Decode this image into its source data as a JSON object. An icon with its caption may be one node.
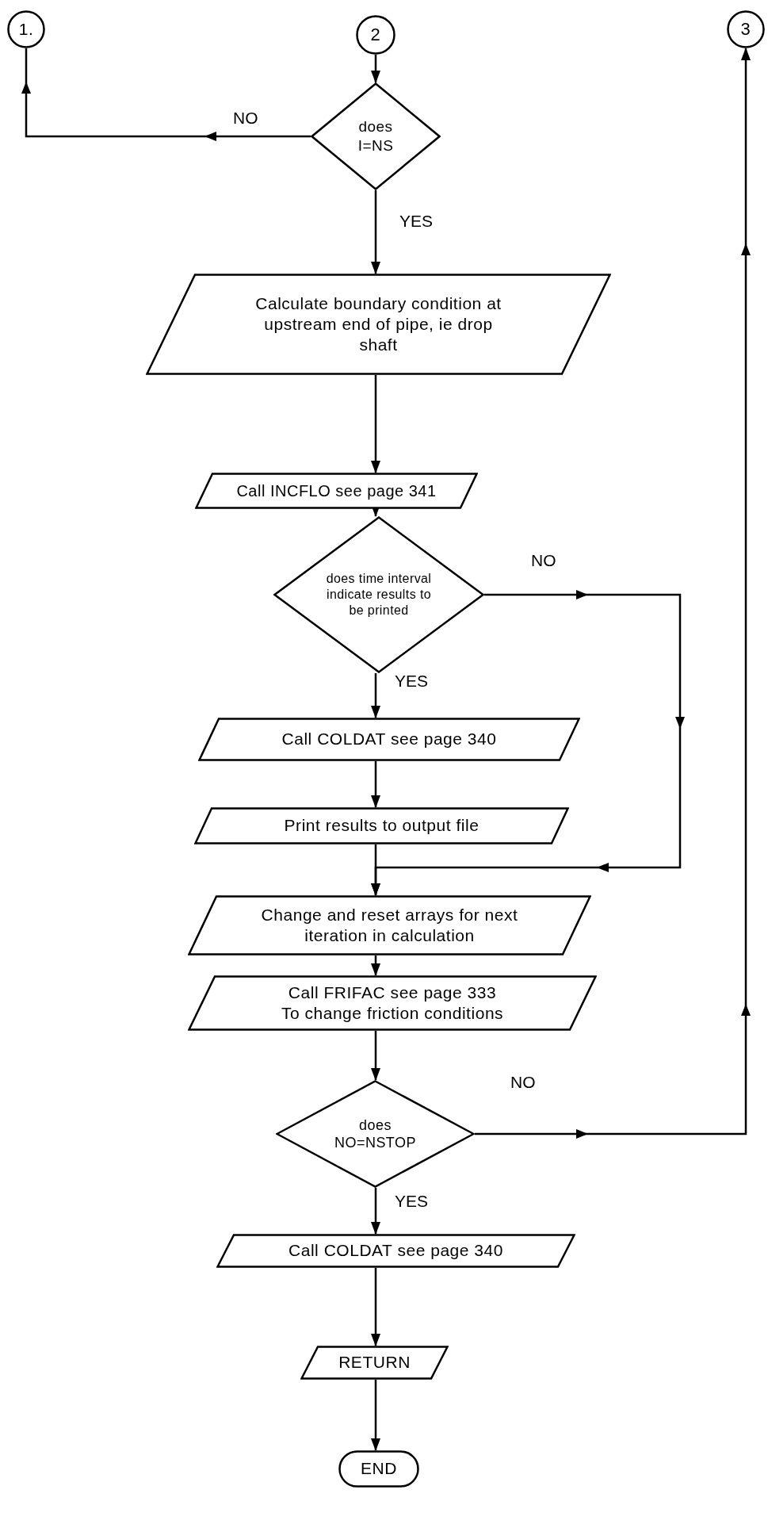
{
  "diagram": {
    "nodes": [
      {
        "text": [
          "1."
        ]
      },
      {
        "text": [
          "2"
        ]
      },
      {
        "text": [
          "3"
        ]
      },
      {
        "text": [
          "does I=NS"
        ]
      },
      {
        "text": [
          "Calculate boundary condition at upstream end of pipe, ie drop shaft"
        ]
      },
      {
        "text": [
          "Call INCFLO see page 341"
        ]
      },
      {
        "text": [
          "does time interval indicate results to be printed"
        ]
      },
      {
        "text": [
          "Call COLDAT see page 340"
        ]
      },
      {
        "text": [
          "Print results to output file"
        ]
      },
      {
        "text": [
          "Change and reset arrays for next iteration in calculation"
        ]
      },
      {
        "text": [
          "Call FRIFAC see page 333",
          "To change friction conditions"
        ]
      },
      {
        "text": [
          "does NO=NSTOP"
        ]
      },
      {
        "text": [
          "Call COLDAT see page 340"
        ]
      },
      {
        "text": [
          "RETURN"
        ]
      },
      {
        "text": [
          "END"
        ]
      }
    ],
    "edges": [
      {
        "from": 1,
        "to": 3,
        "arrow": "to"
      },
      {
        "from": 3,
        "to": 0,
        "arrow": "to",
        "label": "NO"
      },
      {
        "from": 3,
        "to": 4,
        "arrow": "to",
        "label": "YES"
      },
      {
        "from": 4,
        "to": 5,
        "arrow": "to"
      },
      {
        "from": 5,
        "to": 6,
        "arrow": "to"
      },
      {
        "from": 6,
        "to": 7,
        "arrow": "to",
        "label": "YES"
      },
      {
        "from": 7,
        "to": 8,
        "arrow": "to"
      },
      {
        "from": 8,
        "to": 9,
        "arrow": "to"
      },
      {
        "from": 6,
        "to": 9,
        "arrow": "to",
        "label": "NO"
      },
      {
        "from": 9,
        "to": 10,
        "arrow": "to"
      },
      {
        "from": 10,
        "to": 11,
        "arrow": "to"
      },
      {
        "from": 11,
        "to": 2,
        "arrow": "to",
        "label": "NO"
      },
      {
        "from": 11,
        "to": 12,
        "arrow": "to",
        "label": "YES"
      },
      {
        "from": 12,
        "to": 13,
        "arrow": "to"
      },
      {
        "from": 13,
        "to": 14,
        "arrow": "to"
      }
    ]
  }
}
